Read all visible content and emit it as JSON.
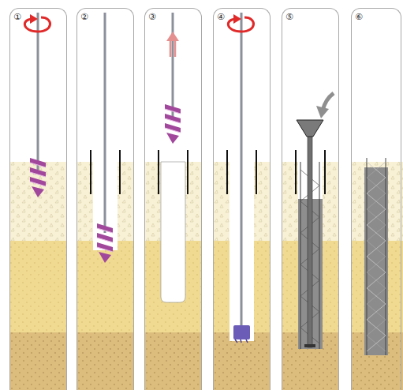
{
  "diagram": {
    "nodes": [
      {
        "text": [
          "①"
        ]
      },
      {
        "text": [
          "②"
        ]
      },
      {
        "text": [
          "③"
        ]
      },
      {
        "text": [
          "④"
        ]
      },
      {
        "text": [
          "⑤"
        ]
      },
      {
        "text": [
          "⑥"
        ]
      }
    ]
  }
}
